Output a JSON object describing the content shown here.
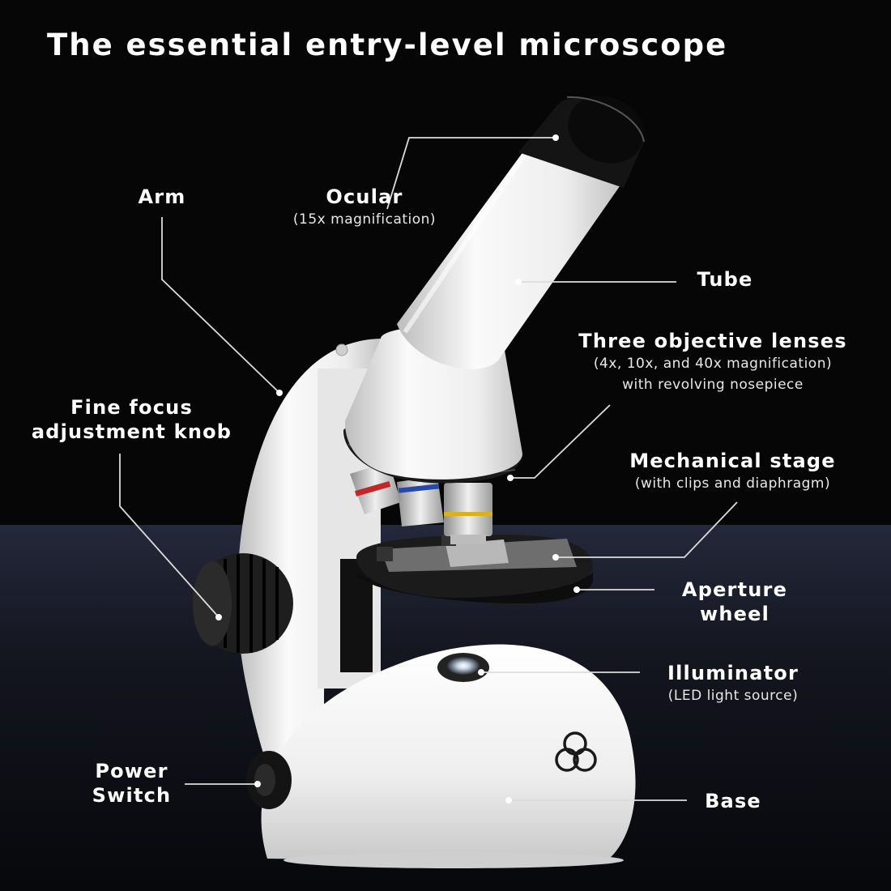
{
  "title": "The essential entry-level microscope",
  "colors": {
    "background": "#060606",
    "floor": "#1c2030",
    "body": "#f2f2f2",
    "accent_dark": "#1a1a1a",
    "lens_red": "#c0282a",
    "lens_blue": "#2848a8",
    "lens_yellow": "#d8b020"
  },
  "labels": {
    "arm": {
      "title": "Arm"
    },
    "ocular": {
      "title": "Ocular",
      "sub": "(15x magnification)"
    },
    "tube": {
      "title": "Tube"
    },
    "objective": {
      "title": "Three objective lenses",
      "sub1": "(4x, 10x, and 40x magnification)",
      "sub2": "with revolving nosepiece"
    },
    "focus": {
      "line1": "Fine focus",
      "line2": "adjustment knob"
    },
    "stage": {
      "title": "Mechanical stage",
      "sub": "(with clips and diaphragm)"
    },
    "aperture": {
      "line1": "Aperture",
      "line2": "wheel"
    },
    "illuminator": {
      "title": "Illuminator",
      "sub": "(LED light source)"
    },
    "power": {
      "line1": "Power",
      "line2": "Switch"
    },
    "base": {
      "title": "Base"
    }
  }
}
